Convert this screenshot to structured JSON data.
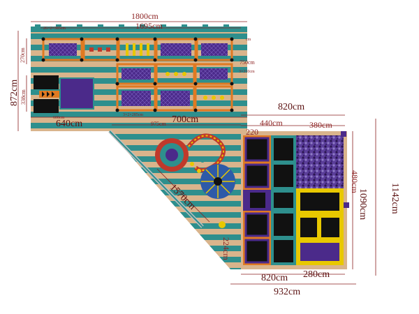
{
  "dimensions": {
    "top_width": "1800cm",
    "top_inner_width": "1695cm",
    "top_row_detail": "26×2×385cm",
    "left_top": "270cm",
    "left_height": "872cm",
    "left_lower": "338cm",
    "left_small": "600cm",
    "bottom_640": "640cm",
    "bottom_700": "700cm",
    "bottom_975": "975cm",
    "mid_detail": "3×2×285cm",
    "right_upper_750": "750cm",
    "right_upper_210": "3×210cm",
    "right_tag": "cm",
    "diag_length": "1570cm",
    "right_820": "820cm",
    "right_440": "440cm",
    "right_380": "380cm",
    "small_220": "220",
    "right_480": "480cm",
    "right_1090": "1090cm",
    "right_1142": "1142cm",
    "bottom_224": "224cm",
    "bottom_820": "820cm",
    "bottom_280": "280cm",
    "bottom_932": "932cm"
  },
  "colors": {
    "teal": "#2e8f8d",
    "sand": "#d9b48c",
    "purple": "#4b2a8a",
    "orange": "#e07a22",
    "yellow": "#e8c800",
    "red": "#c0392b",
    "dim_line": "#8a1f1f"
  }
}
